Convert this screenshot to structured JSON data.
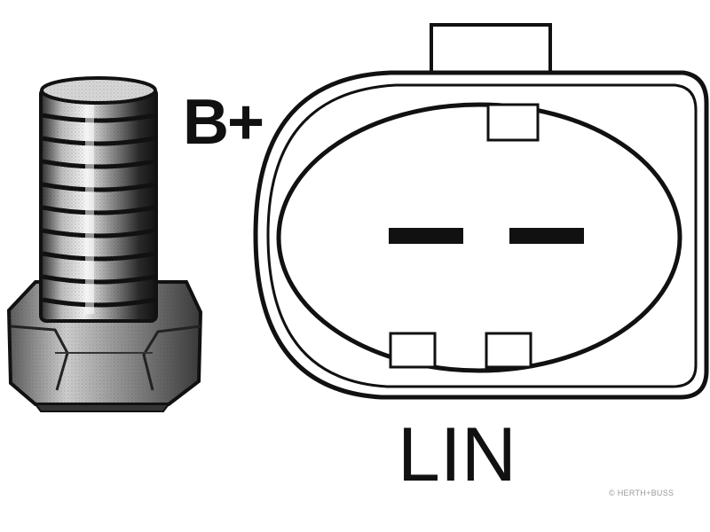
{
  "labels": {
    "battery_terminal": "B+",
    "connector_signal": "LIN"
  },
  "watermark": "© HERTH+BUSS",
  "colors": {
    "ink": "#111111",
    "background": "#ffffff",
    "watermark": "#9a9a9a"
  },
  "connector": {
    "pins": 2
  }
}
